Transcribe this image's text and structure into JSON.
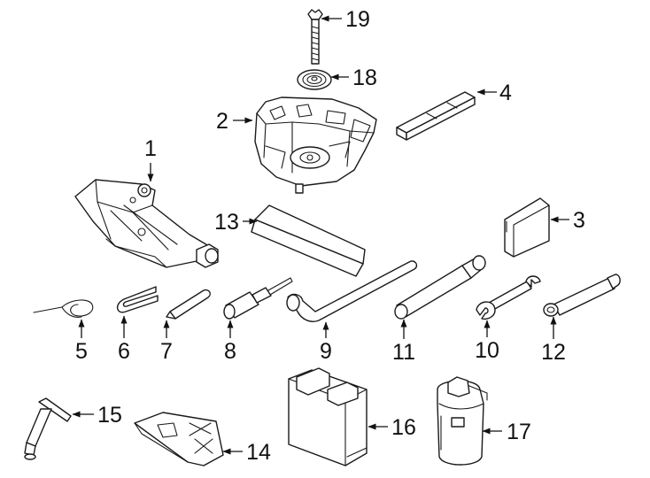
{
  "diagram": {
    "callouts": [
      {
        "id": "1",
        "text": "1",
        "part": "scissor-jack"
      },
      {
        "id": "2",
        "text": "2",
        "part": "tool-tray"
      },
      {
        "id": "3",
        "text": "3",
        "part": "bracket"
      },
      {
        "id": "4",
        "text": "4",
        "part": "tool-bar"
      },
      {
        "id": "5",
        "text": "5",
        "part": "tow-hook-clip"
      },
      {
        "id": "6",
        "text": "6",
        "part": "wire-clip"
      },
      {
        "id": "7",
        "text": "7",
        "part": "pin"
      },
      {
        "id": "8",
        "text": "8",
        "part": "screwdriver"
      },
      {
        "id": "9",
        "text": "9",
        "part": "lug-wrench"
      },
      {
        "id": "10",
        "text": "10",
        "part": "open-end-wrench"
      },
      {
        "id": "11",
        "text": "11",
        "part": "extension-bar"
      },
      {
        "id": "12",
        "text": "12",
        "part": "tow-eye"
      },
      {
        "id": "13",
        "text": "13",
        "part": "foam-pad"
      },
      {
        "id": "14",
        "text": "14",
        "part": "wheel-chock"
      },
      {
        "id": "15",
        "text": "15",
        "part": "valve-tool"
      },
      {
        "id": "16",
        "text": "16",
        "part": "sealant-box"
      },
      {
        "id": "17",
        "text": "17",
        "part": "sealant-bottle"
      },
      {
        "id": "18",
        "text": "18",
        "part": "washer"
      },
      {
        "id": "19",
        "text": "19",
        "part": "wing-bolt"
      }
    ]
  }
}
